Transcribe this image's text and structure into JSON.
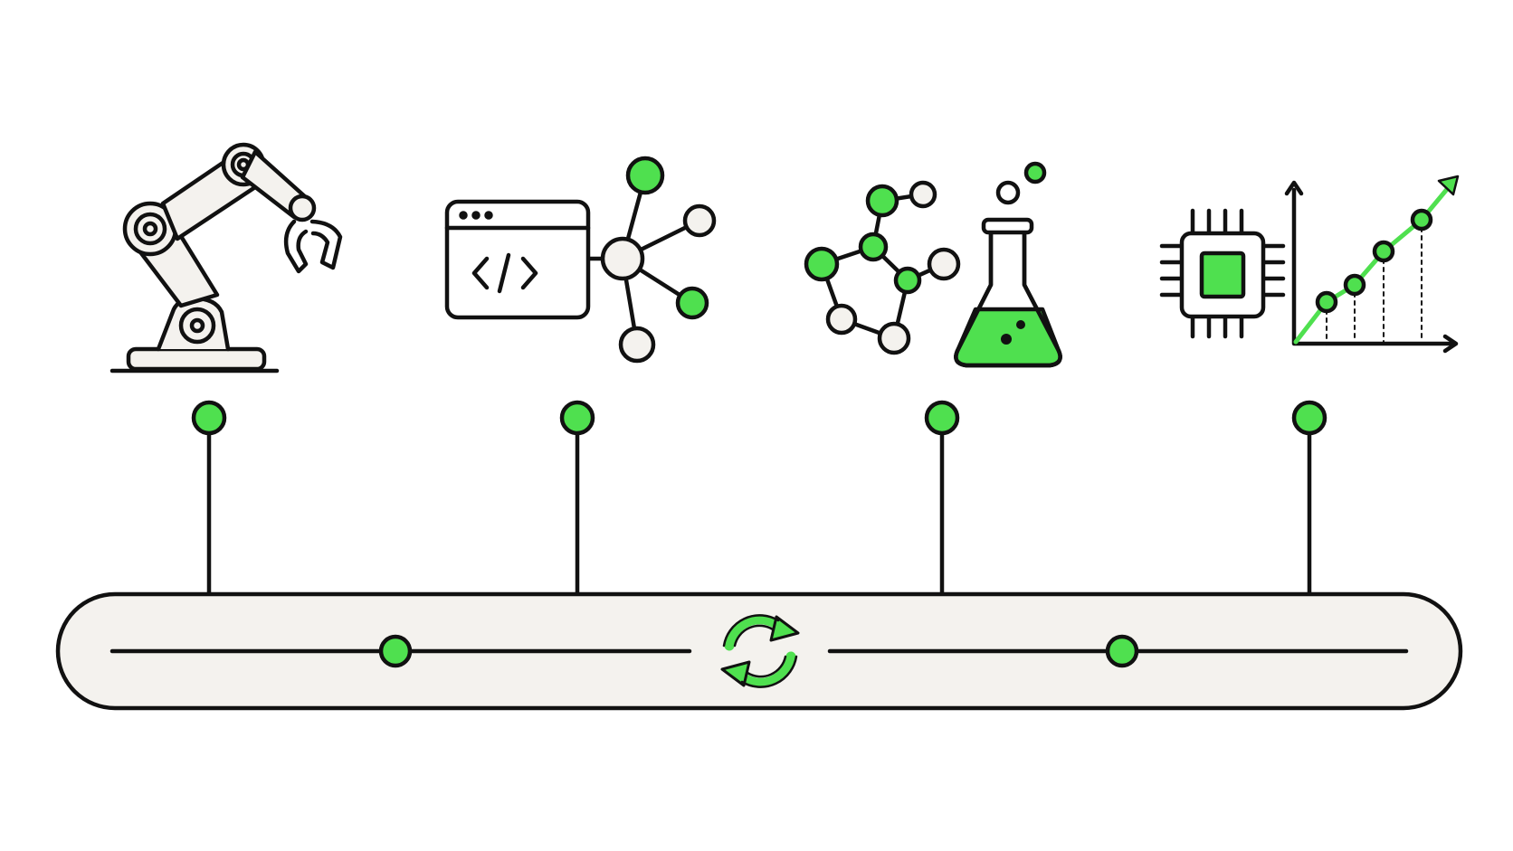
{
  "diagram": {
    "colors": {
      "stroke": "#111111",
      "accent": "#4fe04f",
      "fill_light": "#f4f2ee",
      "background": "#ffffff"
    },
    "nodes": [
      {
        "id": "robotics",
        "icon": "robotic-arm-icon"
      },
      {
        "id": "software",
        "icon": "code-window-network-icon"
      },
      {
        "id": "science",
        "icon": "molecule-flask-icon"
      },
      {
        "id": "computing",
        "icon": "chip-growth-chart-icon"
      }
    ],
    "hub": {
      "icon": "refresh-cycle-icon",
      "markers": 2
    },
    "labels": []
  }
}
